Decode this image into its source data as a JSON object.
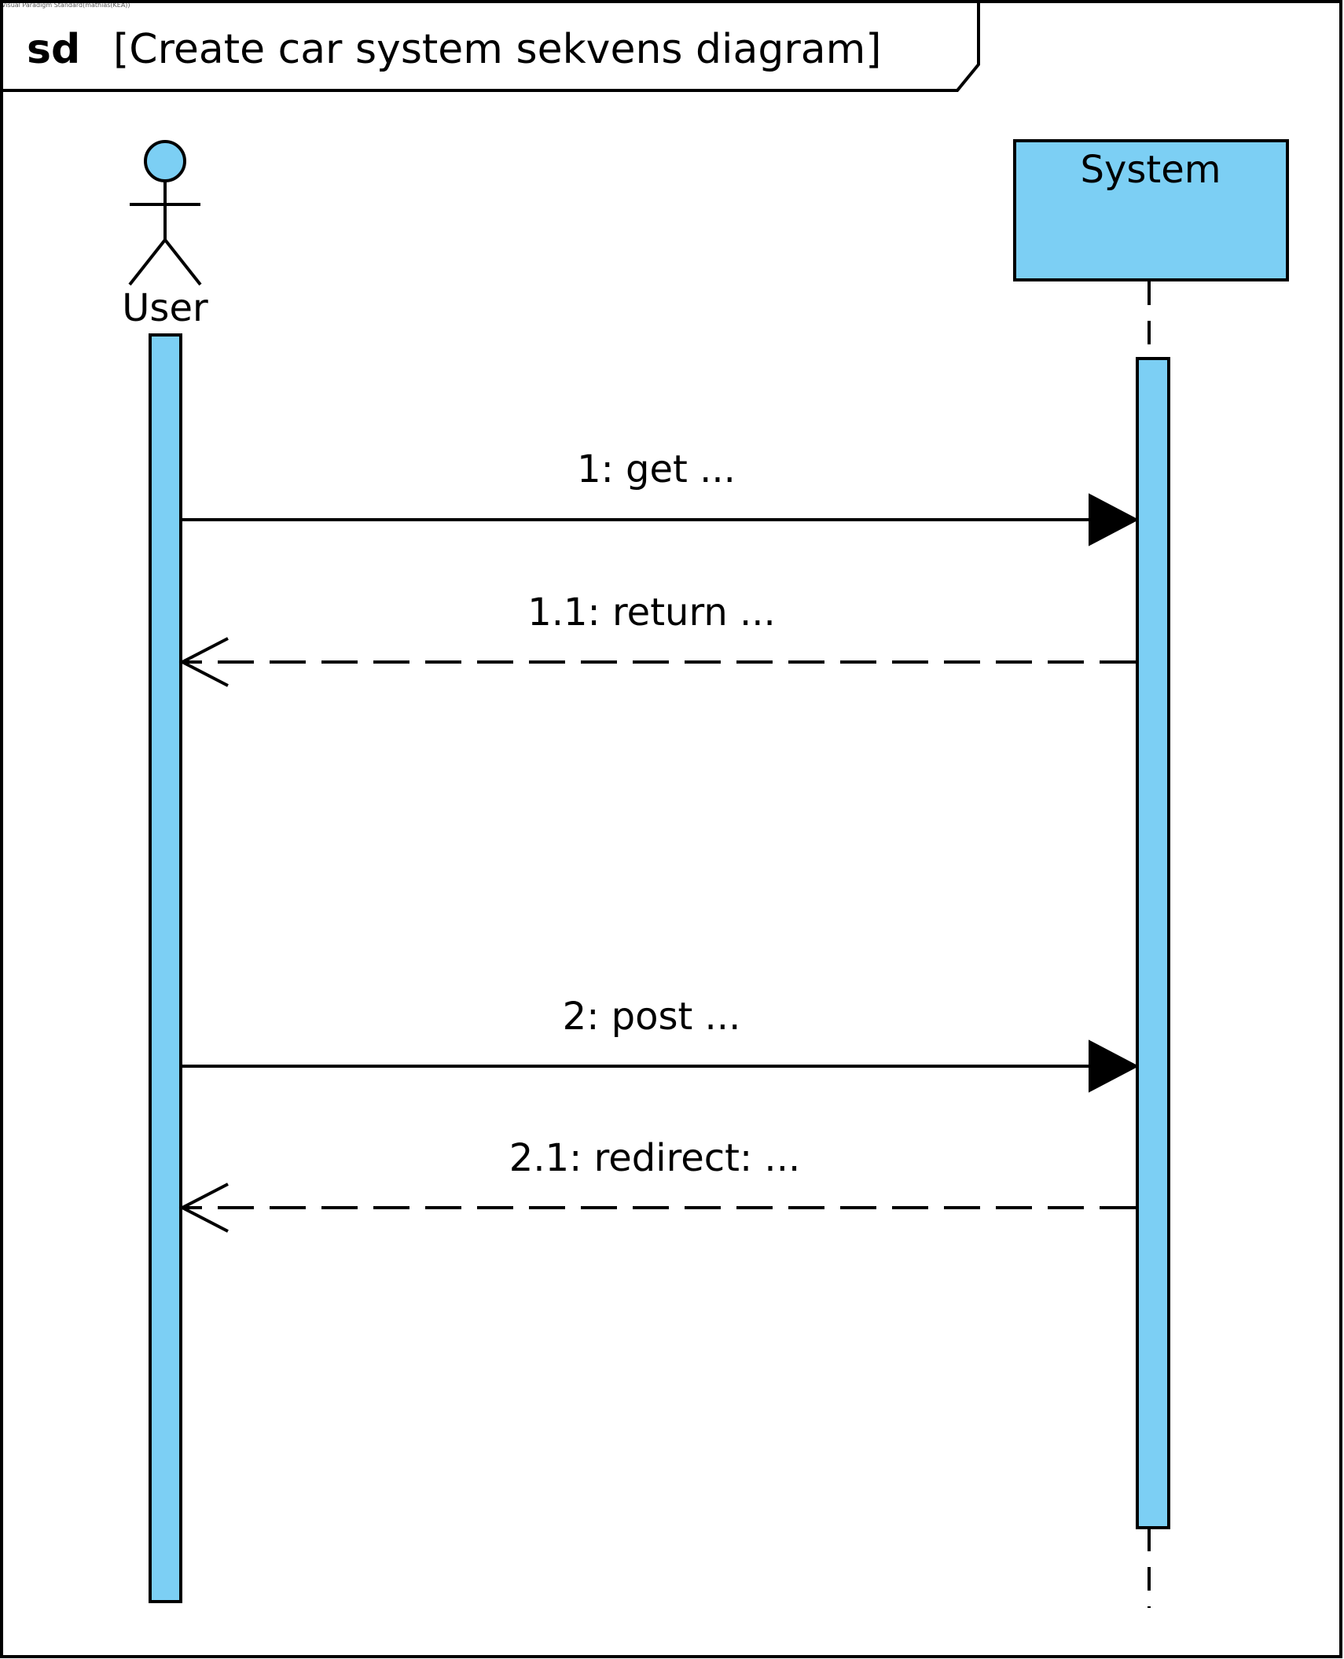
{
  "watermark": "Visual Paradigm Standard(mathias(KEA))",
  "frame": {
    "keyword": "sd",
    "title": "[Create car system sekvens diagram]"
  },
  "colors": {
    "fill": "#7ccff4",
    "stroke": "#000000",
    "background": "#ffffff"
  },
  "participants": {
    "user": {
      "label": "User",
      "kind": "actor",
      "icon": "actor-stick-figure-icon"
    },
    "system": {
      "label": "System",
      "kind": "lifeline"
    }
  },
  "messages": [
    {
      "id": "m1",
      "text": "1: get ...",
      "from": "User",
      "to": "System",
      "kind": "synchronous-call"
    },
    {
      "id": "m2",
      "text": "1.1: return ...",
      "from": "System",
      "to": "User",
      "kind": "reply"
    },
    {
      "id": "m3",
      "text": "2: post ...",
      "from": "User",
      "to": "System",
      "kind": "synchronous-call"
    },
    {
      "id": "m4",
      "text": "2.1: redirect: ...",
      "from": "System",
      "to": "User",
      "kind": "reply"
    }
  ]
}
